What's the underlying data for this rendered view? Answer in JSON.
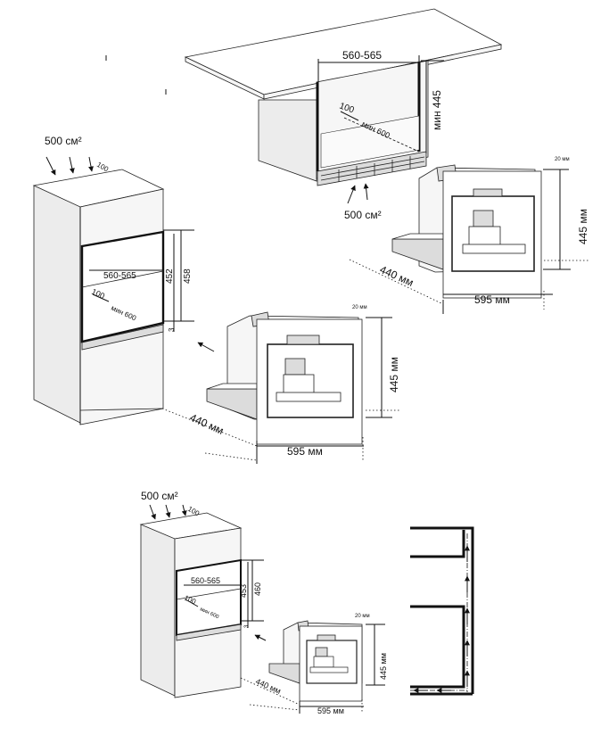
{
  "top_diagram": {
    "width_label": "560-565",
    "height_label": "мин 445",
    "depth_label": "100",
    "min_label": "мин 600",
    "air_label": "500 см²"
  },
  "machine_top": {
    "gap_label": "20 мм",
    "height_label": "445 мм",
    "depth_label": "440 мм",
    "width_label": "595 мм"
  },
  "cabinet_middle": {
    "air_label": "500 см²",
    "top_gap_label": "100",
    "width_label": "560-565",
    "depth_label": "100",
    "min_label": "мин 600",
    "h1_label": "452",
    "h2_label": "458",
    "gap_label": "3"
  },
  "machine_middle": {
    "gap_label": "20 мм",
    "height_label": "445 мм",
    "depth_label": "440 мм",
    "width_label": "595 мм"
  },
  "cabinet_bottom": {
    "air_label": "500 см²",
    "top_gap_label": "100",
    "width_label": "560-565",
    "depth_label": "100",
    "min_label": "мин 600",
    "h1_label": "453",
    "h2_label": "460",
    "gap_label": "3"
  },
  "machine_bottom": {
    "gap_label": "20 мм",
    "height_label": "445 мм",
    "depth_label": "440 мм",
    "width_label": "595 мм"
  }
}
